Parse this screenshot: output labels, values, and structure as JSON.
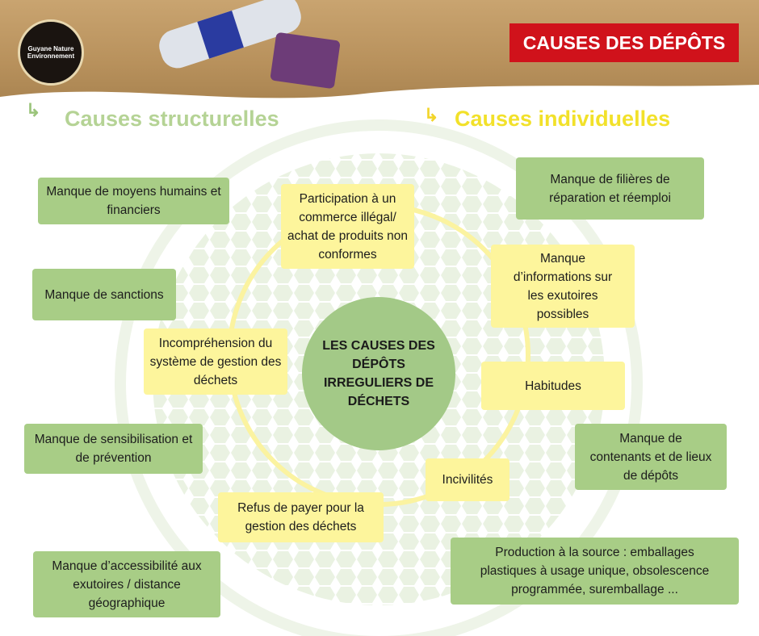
{
  "header": {
    "badge": "CAUSES DES DÉPÔTS",
    "logo_text": "Guyane Nature Environnement"
  },
  "sections": {
    "structural": "Causes structurelles",
    "individual": "Causes individuelles"
  },
  "colors": {
    "green": "#a8cd86",
    "yellow": "#fdf59c",
    "red": "#d0121b",
    "structural_title": "#b5d395",
    "individual_title": "#f2e12a"
  },
  "center": "LES CAUSES DES DÉPÔTS IRREGULIERS DE DÉCHETS",
  "structural_causes": [
    "Manque de moyens humains et financiers",
    "Manque de sanctions",
    "Manque de sensibilisation et de prévention",
    "Manque d’accessibilité aux exutoires / distance géographique",
    "Manque de filières de réparation et réemploi",
    "Manque de contenants et de lieux de dépôts",
    "Production à la source : emballages plastiques à usage unique, obsolescence programmée, suremballage ..."
  ],
  "individual_causes": [
    "Participation à un commerce illégal/ achat de produits non conformes",
    "Manque d’informations sur les exutoires possibles",
    "Incompréhension du système de gestion des déchets",
    "Habitudes",
    "Incivilités",
    "Refus de payer pour la gestion des déchets"
  ]
}
